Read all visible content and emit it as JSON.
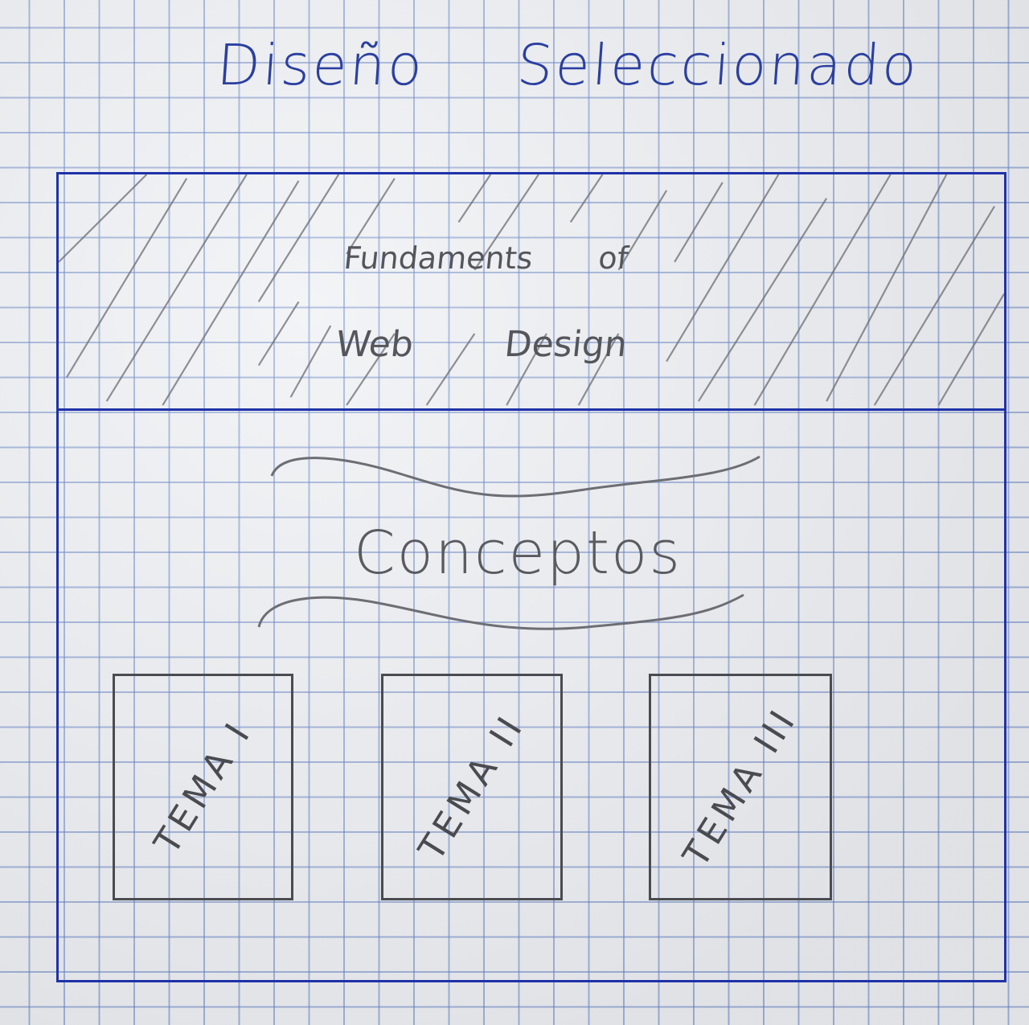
{
  "page": {
    "title": "Diseño Seleccionado"
  },
  "website": {
    "header": {
      "line1": "Fundaments of",
      "line2": "Web Design"
    },
    "section_heading": "Conceptos",
    "topics": [
      {
        "label": "TEMA I"
      },
      {
        "label": "TEMA II"
      },
      {
        "label": "TEMA III"
      }
    ]
  },
  "colors": {
    "ink_blue": "#1f32a8",
    "pencil": "#55565c",
    "grid": "#5878be",
    "paper": "#eef0f3"
  }
}
